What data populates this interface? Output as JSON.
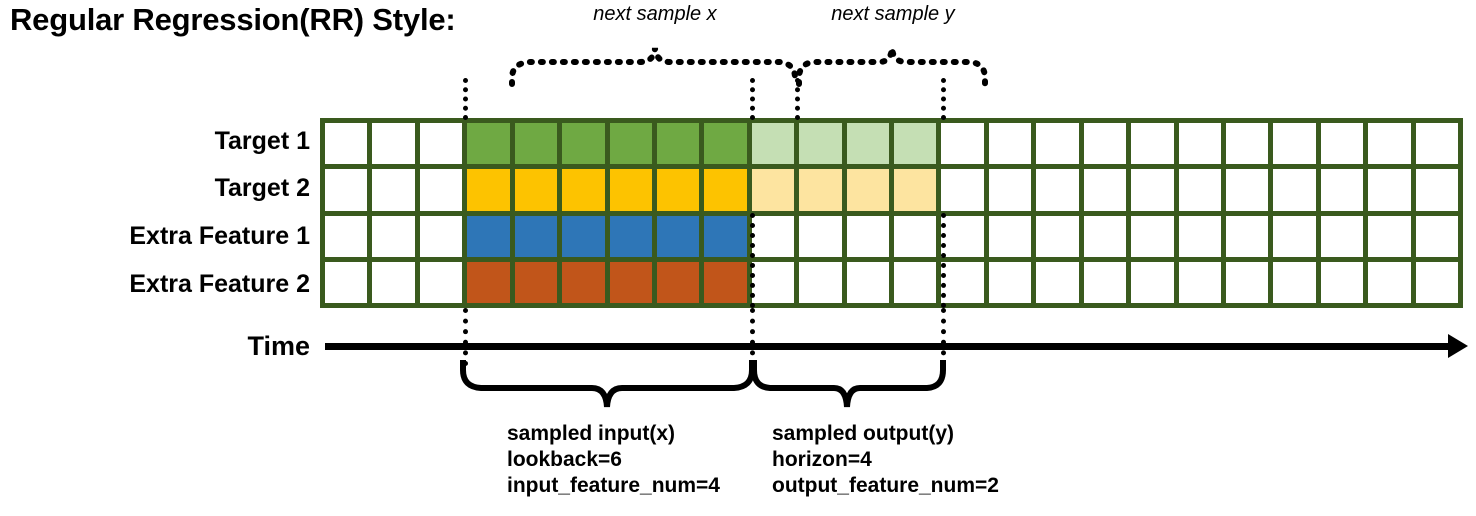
{
  "title": "Regular Regression(RR) Style:",
  "top_labels": {
    "next_sample_x": "next sample x",
    "next_sample_y": "next sample y"
  },
  "rows": [
    {
      "label": "Target 1",
      "key": "target-1"
    },
    {
      "label": "Target 2",
      "key": "target-2"
    },
    {
      "label": "Extra Feature 1",
      "key": "extra-feature-1"
    },
    {
      "label": "Extra Feature 2",
      "key": "extra-feature-2"
    }
  ],
  "axis": {
    "label": "Time"
  },
  "grid": {
    "columns": 24,
    "rows": 4,
    "input_start_col": 4,
    "input_end_col": 9,
    "output_start_col": 10,
    "output_end_col": 13,
    "border_color": "#3A5A1E",
    "empty_color": "#FFFFFF",
    "row_colors": [
      {
        "input": "#6FA943",
        "output": "#C5DFB4"
      },
      {
        "input": "#FDC300",
        "output": "#FDE4A0"
      },
      {
        "input": "#2E76B7",
        "output": "#FFFFFF"
      },
      {
        "input": "#C1551A",
        "output": "#FFFFFF"
      }
    ]
  },
  "captions": {
    "input": {
      "line1": "sampled input(x)",
      "line2": "lookback=6",
      "line3": "input_feature_num=4"
    },
    "output": {
      "line1": "sampled output(y)",
      "line2": "horizon=4",
      "line3": "output_feature_num=2"
    }
  }
}
